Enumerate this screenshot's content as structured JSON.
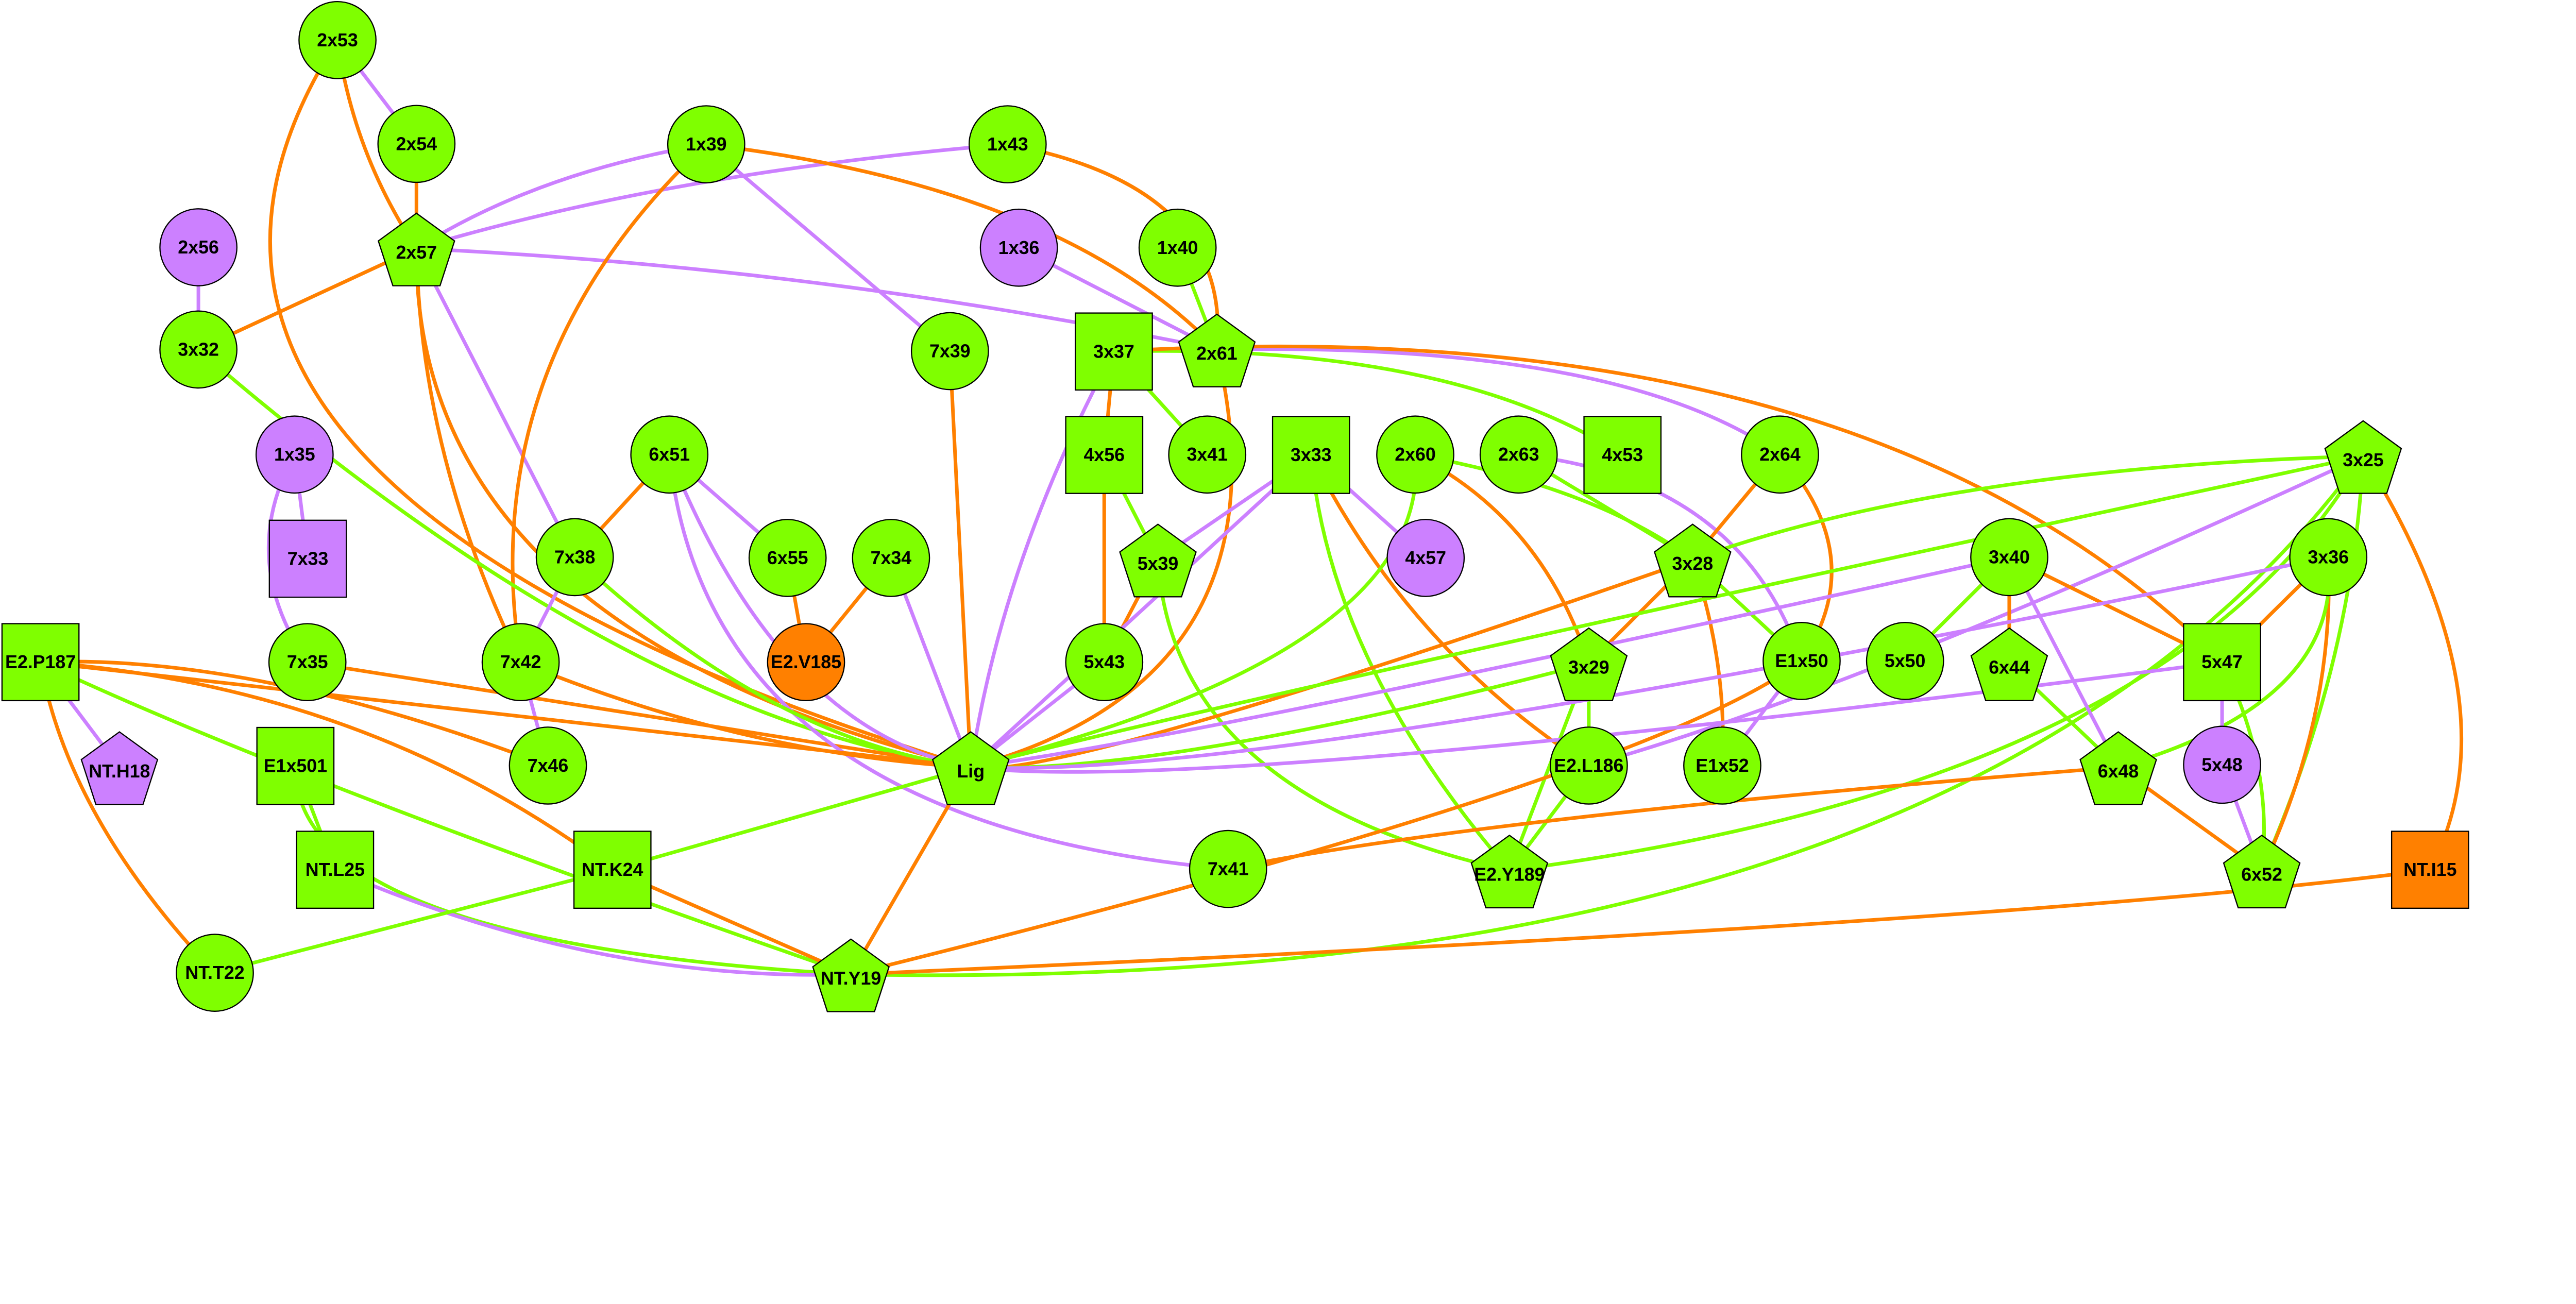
{
  "colors": {
    "green": "#7FFF00",
    "orange": "#FF8000",
    "purple": "#CC80FF"
  },
  "nodes": [
    {
      "id": "2x53",
      "label": "2x53",
      "shape": "circle",
      "color": "green"
    },
    {
      "id": "2x54",
      "label": "2x54",
      "shape": "circle",
      "color": "green"
    },
    {
      "id": "2x56",
      "label": "2x56",
      "shape": "circle",
      "color": "purple"
    },
    {
      "id": "2x57",
      "label": "2x57",
      "shape": "pentagon",
      "color": "green"
    },
    {
      "id": "3x32",
      "label": "3x32",
      "shape": "circle",
      "color": "green"
    },
    {
      "id": "1x39",
      "label": "1x39",
      "shape": "circle",
      "color": "green"
    },
    {
      "id": "1x43",
      "label": "1x43",
      "shape": "circle",
      "color": "green"
    },
    {
      "id": "1x36",
      "label": "1x36",
      "shape": "circle",
      "color": "purple"
    },
    {
      "id": "1x40",
      "label": "1x40",
      "shape": "circle",
      "color": "green"
    },
    {
      "id": "7x39",
      "label": "7x39",
      "shape": "circle",
      "color": "green"
    },
    {
      "id": "3x37",
      "label": "3x37",
      "shape": "square",
      "color": "green"
    },
    {
      "id": "2x61",
      "label": "2x61",
      "shape": "pentagon",
      "color": "green"
    },
    {
      "id": "1x35",
      "label": "1x35",
      "shape": "circle",
      "color": "purple"
    },
    {
      "id": "7x33",
      "label": "7x33",
      "shape": "square",
      "color": "purple"
    },
    {
      "id": "7x35",
      "label": "7x35",
      "shape": "circle",
      "color": "green"
    },
    {
      "id": "6x51",
      "label": "6x51",
      "shape": "circle",
      "color": "green"
    },
    {
      "id": "7x38",
      "label": "7x38",
      "shape": "circle",
      "color": "green"
    },
    {
      "id": "7x42",
      "label": "7x42",
      "shape": "circle",
      "color": "green"
    },
    {
      "id": "6x55",
      "label": "6x55",
      "shape": "circle",
      "color": "green"
    },
    {
      "id": "7x34",
      "label": "7x34",
      "shape": "circle",
      "color": "green"
    },
    {
      "id": "E2.V185",
      "label": "E2.V185",
      "shape": "circle",
      "color": "orange"
    },
    {
      "id": "4x56",
      "label": "4x56",
      "shape": "square",
      "color": "green"
    },
    {
      "id": "3x41",
      "label": "3x41",
      "shape": "circle",
      "color": "green"
    },
    {
      "id": "5x39",
      "label": "5x39",
      "shape": "pentagon",
      "color": "green"
    },
    {
      "id": "5x43",
      "label": "5x43",
      "shape": "circle",
      "color": "green"
    },
    {
      "id": "3x33",
      "label": "3x33",
      "shape": "square",
      "color": "green"
    },
    {
      "id": "4x57",
      "label": "4x57",
      "shape": "circle",
      "color": "purple"
    },
    {
      "id": "2x60",
      "label": "2x60",
      "shape": "circle",
      "color": "green"
    },
    {
      "id": "2x63",
      "label": "2x63",
      "shape": "circle",
      "color": "green"
    },
    {
      "id": "4x53",
      "label": "4x53",
      "shape": "square",
      "color": "green"
    },
    {
      "id": "2x64",
      "label": "2x64",
      "shape": "circle",
      "color": "green"
    },
    {
      "id": "3x28",
      "label": "3x28",
      "shape": "pentagon",
      "color": "green"
    },
    {
      "id": "3x29",
      "label": "3x29",
      "shape": "pentagon",
      "color": "green"
    },
    {
      "id": "E1x50",
      "label": "E1x50",
      "shape": "circle",
      "color": "green"
    },
    {
      "id": "5x50",
      "label": "5x50",
      "shape": "circle",
      "color": "green"
    },
    {
      "id": "E2.L186",
      "label": "E2.L186",
      "shape": "circle",
      "color": "green"
    },
    {
      "id": "E1x52",
      "label": "E1x52",
      "shape": "circle",
      "color": "green"
    },
    {
      "id": "E2.Y189",
      "label": "E2.Y189",
      "shape": "pentagon",
      "color": "green"
    },
    {
      "id": "3x25",
      "label": "3x25",
      "shape": "pentagon",
      "color": "green"
    },
    {
      "id": "3x40",
      "label": "3x40",
      "shape": "circle",
      "color": "green"
    },
    {
      "id": "3x36",
      "label": "3x36",
      "shape": "circle",
      "color": "green"
    },
    {
      "id": "6x44",
      "label": "6x44",
      "shape": "pentagon",
      "color": "green"
    },
    {
      "id": "5x47",
      "label": "5x47",
      "shape": "square",
      "color": "green"
    },
    {
      "id": "6x48",
      "label": "6x48",
      "shape": "pentagon",
      "color": "green"
    },
    {
      "id": "5x48",
      "label": "5x48",
      "shape": "circle",
      "color": "purple"
    },
    {
      "id": "6x52",
      "label": "6x52",
      "shape": "pentagon",
      "color": "green"
    },
    {
      "id": "NT.I15",
      "label": "NT.I15",
      "shape": "square",
      "color": "orange"
    },
    {
      "id": "E2.P187",
      "label": "E2.P187",
      "shape": "square",
      "color": "green"
    },
    {
      "id": "NT.H18",
      "label": "NT.H18",
      "shape": "pentagon",
      "color": "purple"
    },
    {
      "id": "7x46",
      "label": "7x46",
      "shape": "circle",
      "color": "green"
    },
    {
      "id": "Lig",
      "label": "Lig",
      "shape": "pentagon",
      "color": "green"
    },
    {
      "id": "E1x501",
      "label": "E1x501",
      "shape": "square",
      "color": "green"
    },
    {
      "id": "NT.L25",
      "label": "NT.L25",
      "shape": "square",
      "color": "green"
    },
    {
      "id": "NT.K24",
      "label": "NT.K24",
      "shape": "square",
      "color": "green"
    },
    {
      "id": "7x41",
      "label": "7x41",
      "shape": "circle",
      "color": "green"
    },
    {
      "id": "NT.T22",
      "label": "NT.T22",
      "shape": "circle",
      "color": "green"
    },
    {
      "id": "NT.Y19",
      "label": "NT.Y19",
      "shape": "pentagon",
      "color": "green"
    }
  ],
  "edges": [
    {
      "source": "2x53",
      "target": "2x54",
      "color": "purple"
    },
    {
      "source": "2x53",
      "target": "2x57",
      "color": "orange"
    },
    {
      "source": "2x53",
      "target": "Lig",
      "color": "orange"
    },
    {
      "source": "2x54",
      "target": "2x57",
      "color": "orange"
    },
    {
      "source": "2x56",
      "target": "3x32",
      "color": "purple"
    },
    {
      "source": "2x57",
      "target": "3x32",
      "color": "orange"
    },
    {
      "source": "2x57",
      "target": "Lig",
      "color": "orange"
    },
    {
      "source": "2x57",
      "target": "7x42",
      "color": "orange"
    },
    {
      "source": "2x57",
      "target": "7x38",
      "color": "purple"
    },
    {
      "source": "2x57",
      "target": "2x61",
      "color": "purple"
    },
    {
      "source": "1x39",
      "target": "2x57",
      "color": "purple"
    },
    {
      "source": "1x43",
      "target": "2x57",
      "color": "purple"
    },
    {
      "source": "1x39",
      "target": "7x42",
      "color": "orange"
    },
    {
      "source": "1x39",
      "target": "7x39",
      "color": "purple"
    },
    {
      "source": "1x39",
      "target": "2x61",
      "color": "orange"
    },
    {
      "source": "1x43",
      "target": "2x61",
      "color": "orange"
    },
    {
      "source": "1x36",
      "target": "2x61",
      "color": "purple"
    },
    {
      "source": "1x40",
      "target": "2x61",
      "color": "green"
    },
    {
      "source": "2x61",
      "target": "2x64",
      "color": "purple"
    },
    {
      "source": "2x61",
      "target": "Lig",
      "color": "orange"
    },
    {
      "source": "3x32",
      "target": "Lig",
      "color": "green"
    },
    {
      "source": "7x39",
      "target": "Lig",
      "color": "orange"
    },
    {
      "source": "3x37",
      "target": "4x56",
      "color": "orange"
    },
    {
      "source": "3x37",
      "target": "3x41",
      "color": "green"
    },
    {
      "source": "3x37",
      "target": "4x53",
      "color": "green"
    },
    {
      "source": "3x37",
      "target": "5x47",
      "color": "orange"
    },
    {
      "source": "3x37",
      "target": "Lig",
      "color": "purple"
    },
    {
      "source": "1x35",
      "target": "7x33",
      "color": "purple"
    },
    {
      "source": "1x35",
      "target": "7x35",
      "color": "purple"
    },
    {
      "source": "7x35",
      "target": "Lig",
      "color": "orange"
    },
    {
      "source": "6x51",
      "target": "7x38",
      "color": "orange"
    },
    {
      "source": "6x51",
      "target": "6x55",
      "color": "purple"
    },
    {
      "source": "6x51",
      "target": "Lig",
      "color": "purple"
    },
    {
      "source": "6x51",
      "target": "7x41",
      "color": "purple"
    },
    {
      "source": "7x38",
      "target": "7x42",
      "color": "purple"
    },
    {
      "source": "7x38",
      "target": "Lig",
      "color": "green"
    },
    {
      "source": "7x42",
      "target": "Lig",
      "color": "orange"
    },
    {
      "source": "7x42",
      "target": "7x46",
      "color": "purple"
    },
    {
      "source": "6x55",
      "target": "E2.V185",
      "color": "orange"
    },
    {
      "source": "7x34",
      "target": "E2.V185",
      "color": "orange"
    },
    {
      "source": "7x34",
      "target": "Lig",
      "color": "purple"
    },
    {
      "source": "4x56",
      "target": "5x43",
      "color": "orange"
    },
    {
      "source": "4x56",
      "target": "5x39",
      "color": "green"
    },
    {
      "source": "5x39",
      "target": "5x43",
      "color": "orange"
    },
    {
      "source": "5x39",
      "target": "E2.Y189",
      "color": "green"
    },
    {
      "source": "5x43",
      "target": "Lig",
      "color": "purple"
    },
    {
      "source": "3x33",
      "target": "5x39",
      "color": "purple"
    },
    {
      "source": "3x33",
      "target": "4x57",
      "color": "purple"
    },
    {
      "source": "3x33",
      "target": "Lig",
      "color": "purple"
    },
    {
      "source": "3x33",
      "target": "E2.L186",
      "color": "orange"
    },
    {
      "source": "3x33",
      "target": "E2.Y189",
      "color": "green"
    },
    {
      "source": "2x60",
      "target": "Lig",
      "color": "green"
    },
    {
      "source": "2x60",
      "target": "3x29",
      "color": "orange"
    },
    {
      "source": "2x60",
      "target": "3x28",
      "color": "green"
    },
    {
      "source": "2x63",
      "target": "3x28",
      "color": "green"
    },
    {
      "source": "2x63",
      "target": "E1x50",
      "color": "purple"
    },
    {
      "source": "2x64",
      "target": "3x28",
      "color": "orange"
    },
    {
      "source": "2x64",
      "target": "E1x50",
      "color": "orange"
    },
    {
      "source": "3x28",
      "target": "3x29",
      "color": "orange"
    },
    {
      "source": "3x28",
      "target": "E1x52",
      "color": "orange"
    },
    {
      "source": "3x28",
      "target": "Lig",
      "color": "orange"
    },
    {
      "source": "3x28",
      "target": "E1x50",
      "color": "green"
    },
    {
      "source": "3x29",
      "target": "Lig",
      "color": "green"
    },
    {
      "source": "3x29",
      "target": "E2.L186",
      "color": "green"
    },
    {
      "source": "3x29",
      "target": "E2.Y189",
      "color": "green"
    },
    {
      "source": "E2.L186",
      "target": "E2.Y189",
      "color": "green"
    },
    {
      "source": "E1x50",
      "target": "E1x52",
      "color": "purple"
    },
    {
      "source": "E1x50",
      "target": "NT.Y19",
      "color": "orange"
    },
    {
      "source": "3x25",
      "target": "3x28",
      "color": "green"
    },
    {
      "source": "3x25",
      "target": "Lig",
      "color": "green"
    },
    {
      "source": "3x25",
      "target": "E2.L186",
      "color": "purple"
    },
    {
      "source": "3x25",
      "target": "E2.Y189",
      "color": "green"
    },
    {
      "source": "3x25",
      "target": "6x52",
      "color": "green"
    },
    {
      "source": "3x25",
      "target": "NT.I15",
      "color": "orange"
    },
    {
      "source": "3x25",
      "target": "NT.Y19",
      "color": "green"
    },
    {
      "source": "3x40",
      "target": "Lig",
      "color": "purple"
    },
    {
      "source": "3x40",
      "target": "5x50",
      "color": "green"
    },
    {
      "source": "3x40",
      "target": "6x44",
      "color": "orange"
    },
    {
      "source": "3x40",
      "target": "5x47",
      "color": "orange"
    },
    {
      "source": "3x40",
      "target": "6x48",
      "color": "purple"
    },
    {
      "source": "3x36",
      "target": "5x47",
      "color": "orange"
    },
    {
      "source": "3x36",
      "target": "6x52",
      "color": "orange"
    },
    {
      "source": "3x36",
      "target": "6x48",
      "color": "green"
    },
    {
      "source": "3x36",
      "target": "Lig",
      "color": "purple"
    },
    {
      "source": "6x44",
      "target": "6x48",
      "color": "green"
    },
    {
      "source": "5x47",
      "target": "5x48",
      "color": "purple"
    },
    {
      "source": "5x47",
      "target": "6x52",
      "color": "green"
    },
    {
      "source": "5x47",
      "target": "Lig",
      "color": "purple"
    },
    {
      "source": "5x48",
      "target": "6x52",
      "color": "purple"
    },
    {
      "source": "6x48",
      "target": "6x52",
      "color": "orange"
    },
    {
      "source": "6x48",
      "target": "7x41",
      "color": "orange"
    },
    {
      "source": "NT.I15",
      "target": "NT.Y19",
      "color": "orange"
    },
    {
      "source": "E2.P187",
      "target": "NT.H18",
      "color": "purple"
    },
    {
      "source": "E2.P187",
      "target": "Lig",
      "color": "orange"
    },
    {
      "source": "E2.P187",
      "target": "7x46",
      "color": "orange"
    },
    {
      "source": "E2.P187",
      "target": "NT.K24",
      "color": "orange"
    },
    {
      "source": "E2.P187",
      "target": "NT.T22",
      "color": "orange"
    },
    {
      "source": "E2.P187",
      "target": "NT.Y19",
      "color": "green"
    },
    {
      "source": "E1x501",
      "target": "NT.L25",
      "color": "green"
    },
    {
      "source": "E1x501",
      "target": "NT.Y19",
      "color": "green"
    },
    {
      "source": "NT.L25",
      "target": "NT.Y19",
      "color": "purple"
    },
    {
      "source": "NT.K24",
      "target": "NT.Y19",
      "color": "orange"
    },
    {
      "source": "NT.K24",
      "target": "NT.T22",
      "color": "green"
    },
    {
      "source": "Lig",
      "target": "NT.K24",
      "color": "green"
    },
    {
      "source": "Lig",
      "target": "NT.Y19",
      "color": "orange"
    }
  ]
}
